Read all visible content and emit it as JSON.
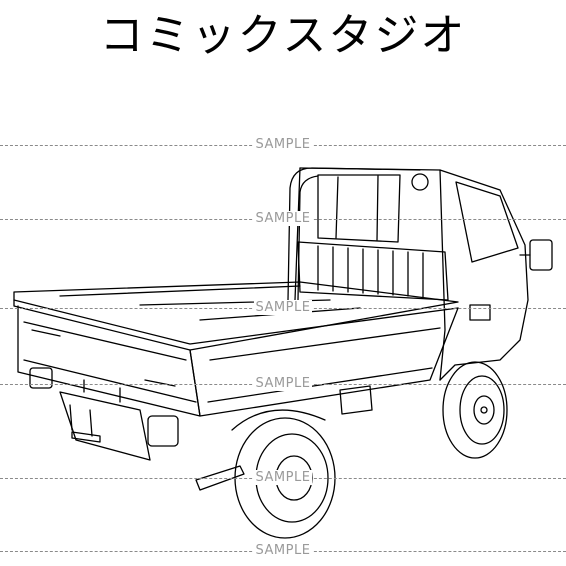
{
  "title": "コミックスタジオ",
  "watermark": {
    "label": "SAMPLE",
    "color": "#9a9a9a"
  },
  "illustration": {
    "subject": "kei-truck-line-drawing",
    "colors": {
      "line": "#000000",
      "background": "#ffffff"
    }
  }
}
